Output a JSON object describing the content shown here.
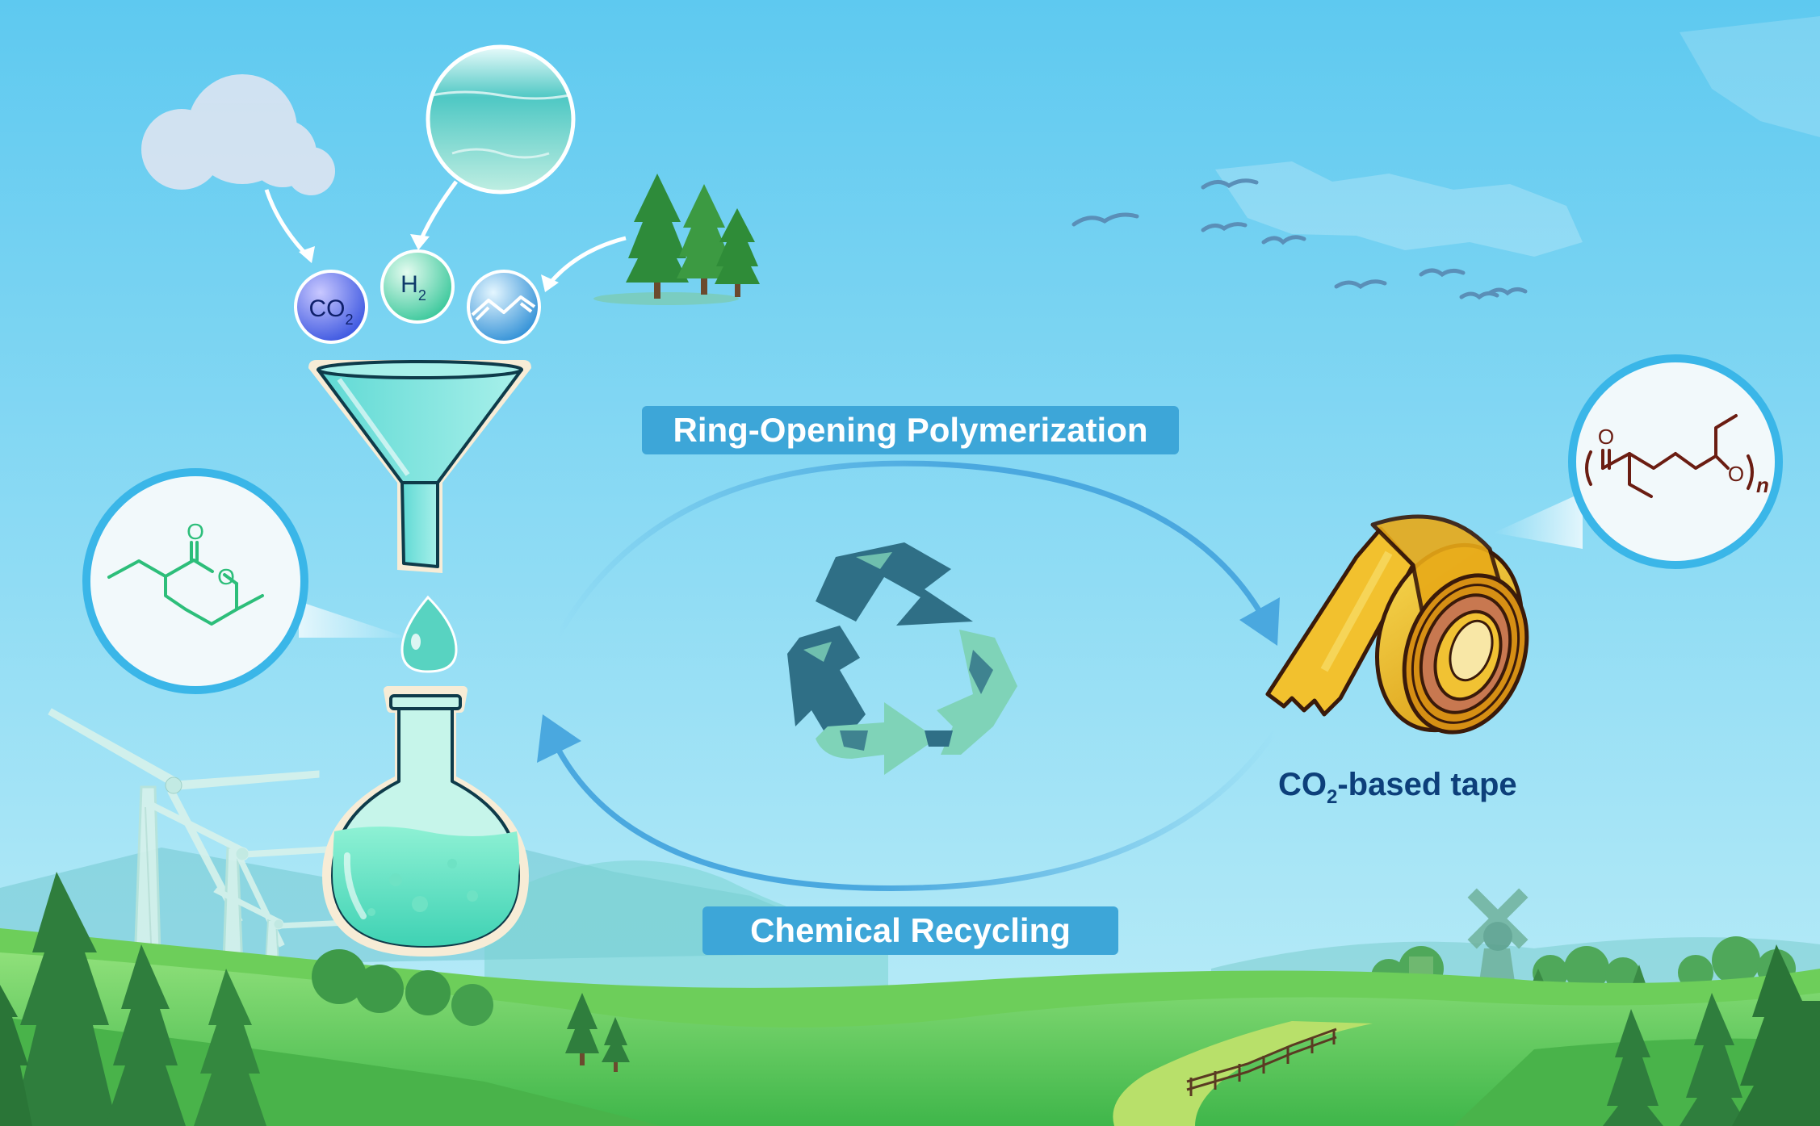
{
  "labels": {
    "polymerization": "Ring-Opening Polymerization",
    "recycling": "Chemical Recycling"
  },
  "molecules": {
    "co2": {
      "main": "CO",
      "sub": "2"
    },
    "h2": {
      "main": "H",
      "sub": "2"
    }
  },
  "tape_caption": {
    "main": "CO",
    "sub": "2",
    "rest": "-based tape"
  },
  "lactone_atoms": {
    "carbonyl_o": "O",
    "ring_o": "O"
  },
  "polymer_atoms": {
    "carbonyl_o": "O",
    "ester_o": "O",
    "repeat": "n"
  },
  "colors": {
    "sky_top": "#5ec9f0",
    "sky_bottom": "#b8ecf7",
    "label_bg": "#3da6d8",
    "arrow": "#4aa8df",
    "molecule_line": "#2dbe7a",
    "polymer_line": "#6b1d12",
    "tape_yellow": "#f2c12e",
    "caption_text": "#0d3f7a",
    "recycle_teal": "#2f6f86",
    "grass": "#5ccc4a"
  },
  "icons": [
    "cloud-icon",
    "water-icon",
    "tree-icon",
    "funnel-icon",
    "droplet-icon",
    "flask-icon",
    "wind-turbine-icon",
    "windmill-icon",
    "bird-icon",
    "recycle-icon",
    "tape-roll-icon",
    "fence-icon"
  ]
}
